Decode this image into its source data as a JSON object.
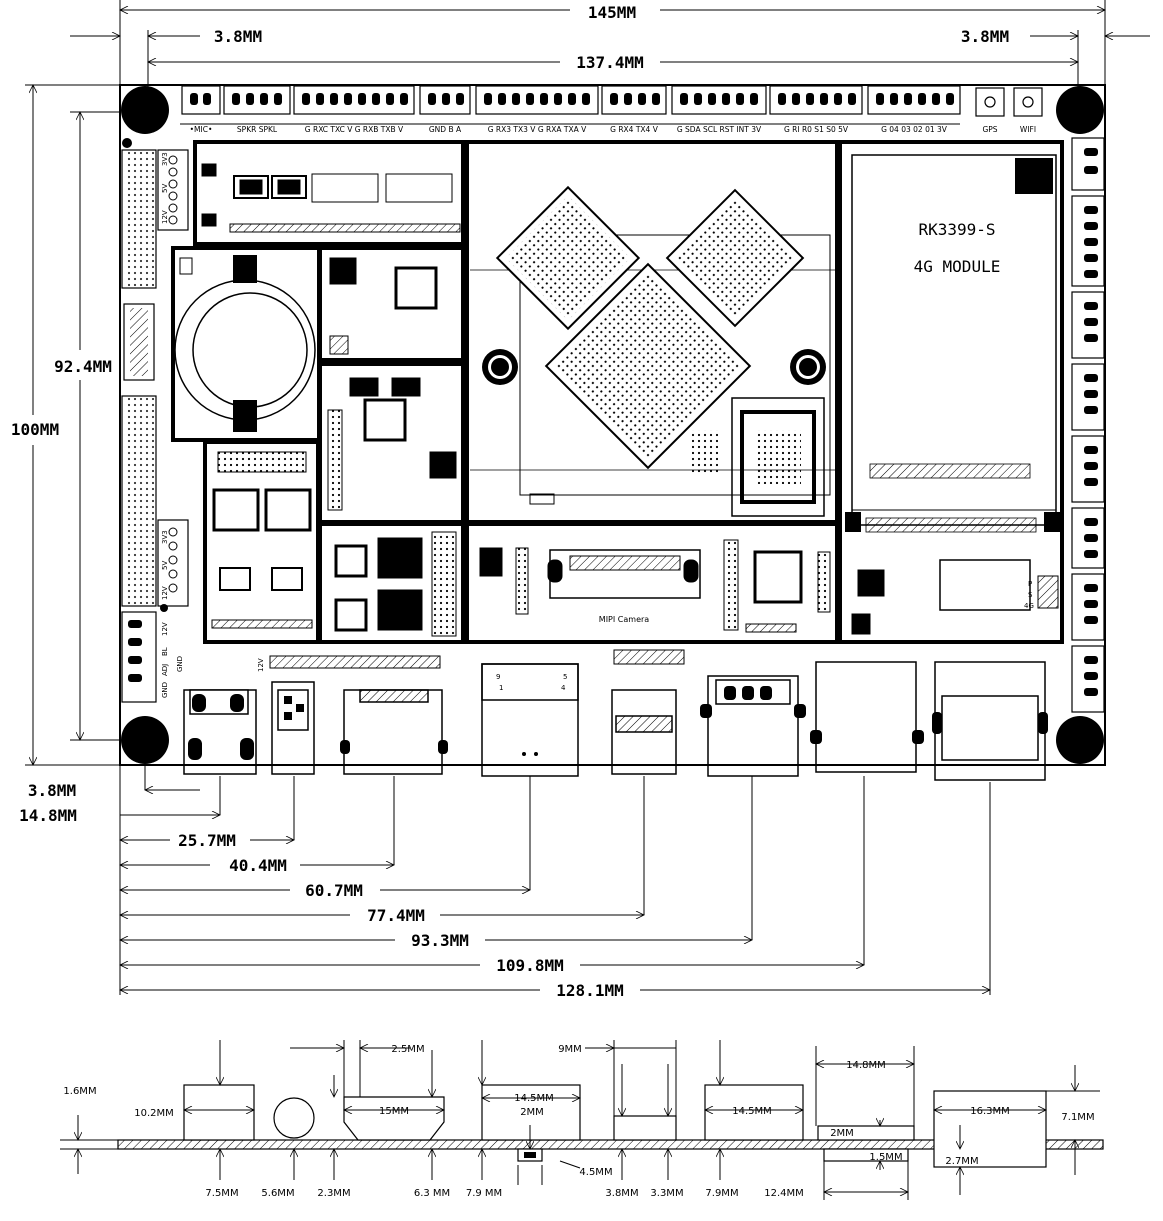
{
  "board": {
    "module_name": "RK3399-S",
    "module_4g": "4G MODULE",
    "mipi_label": "MIPI Camera",
    "gps_label": "GPS",
    "wifi_label": "WIFI",
    "connector_labels": [
      "•MIC•",
      "SPKR SPKL",
      "G RXC TXC V G RXB TXB V",
      "GND B A",
      "G RX3 TX3 V G RXA TXA V",
      "G RX4 TX4 V",
      "G SDA SCL RST INT 3V",
      "G RI R0 S1 S0 5V",
      "G 04 03 02 01 3V"
    ],
    "left_power_top": [
      "3V3",
      "5V",
      "12V"
    ],
    "left_power_mid": [
      "3V3",
      "5V",
      "12V"
    ],
    "left_bottom_labels": [
      "12V",
      "BL",
      "ADJ",
      "GND"
    ],
    "left_bottom_gnd": "GND",
    "left_bottom_12v": "12V",
    "psg_labels": [
      "P",
      "S",
      "4G"
    ],
    "hdmi_pins_left": "9",
    "hdmi_pins_right": "5",
    "hdmi_pins_bottom_left": "1",
    "hdmi_pins_bottom_right": "4"
  },
  "top_dims": {
    "overall": "145MM",
    "left_margin": "3.8MM",
    "right_margin": "3.8MM",
    "hole_span": "137.4MM"
  },
  "left_dims": {
    "hole_span": "92.4MM",
    "overall": "100MM"
  },
  "bottom_dims": {
    "hole_offset": "3.8MM",
    "d1": "14.8MM",
    "d2": "25.7MM",
    "d3": "40.4MM",
    "d4": "60.7MM",
    "d5": "77.4MM",
    "d6": "93.3MM",
    "d7": "109.8MM",
    "d8": "128.1MM"
  },
  "side_view": {
    "pcb_thickness": "1.6MM",
    "dc_width": "10.2MM",
    "dc_base": "7.5MM",
    "round_dia": "5.6MM",
    "hdmi_offset": "2.3MM",
    "hdmi_step": "2.5MM",
    "hdmi_width": "15MM",
    "hdmi_height": "6.3 MM",
    "rj45_width": "14.5MM",
    "rj45_height": "7.9 MM",
    "tf_width": "2MM",
    "tf_height": "4.5MM",
    "usbc_width": "9MM",
    "usbc_h1": "3.8MM",
    "usbc_h2": "3.3MM",
    "usb2_width": "14.5MM",
    "usb2_height": "7.9MM",
    "usb3_top": "14.8MM",
    "usb3_2mm": "2MM",
    "usb3_15mm": "1.5MM",
    "usb3_width": "12.4MM",
    "big_width": "16.3MM",
    "big_height": "7.1MM",
    "big_bottom": "2.7MM"
  }
}
